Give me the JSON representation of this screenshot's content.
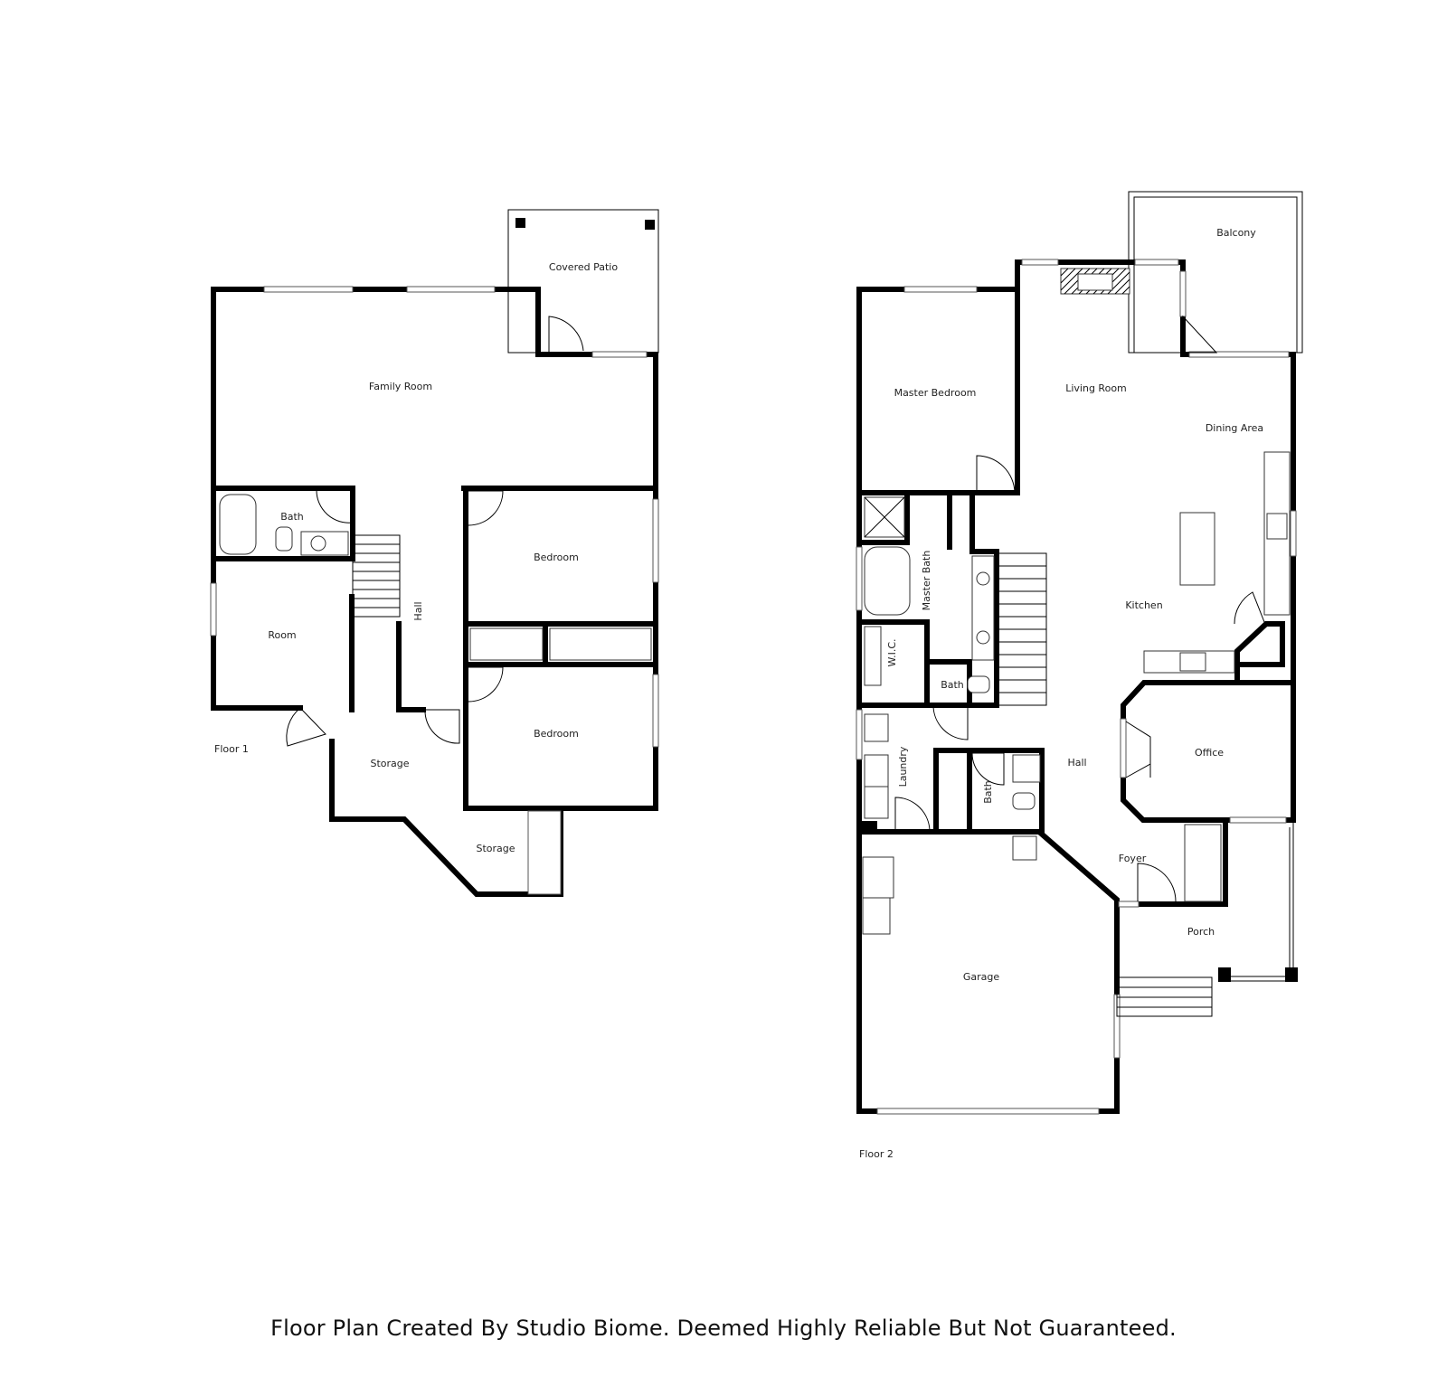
{
  "floor1": {
    "floor_label": "Floor 1",
    "rooms": {
      "covered_patio": "Covered Patio",
      "family_room": "Family Room",
      "bath": "Bath",
      "hall": "Hall",
      "bedroom_upper": "Bedroom",
      "bedroom_lower": "Bedroom",
      "room": "Room",
      "storage_center": "Storage",
      "storage_lower": "Storage"
    }
  },
  "floor2": {
    "floor_label": "Floor 2",
    "rooms": {
      "balcony": "Balcony",
      "master_bedroom": "Master Bedroom",
      "living_room": "Living Room",
      "dining_area": "Dining Area",
      "master_bath": "Master Bath",
      "kitchen": "Kitchen",
      "wic": "W.I.C.",
      "bath_upper": "Bath",
      "laundry": "Laundry",
      "bath_lower": "Bath",
      "hall": "Hall",
      "office": "Office",
      "foyer": "Foyer",
      "porch": "Porch",
      "garage": "Garage"
    }
  },
  "footer": {
    "disclaimer": "Floor Plan Created By Studio Biome. Deemed Highly Reliable But Not Guaranteed."
  }
}
